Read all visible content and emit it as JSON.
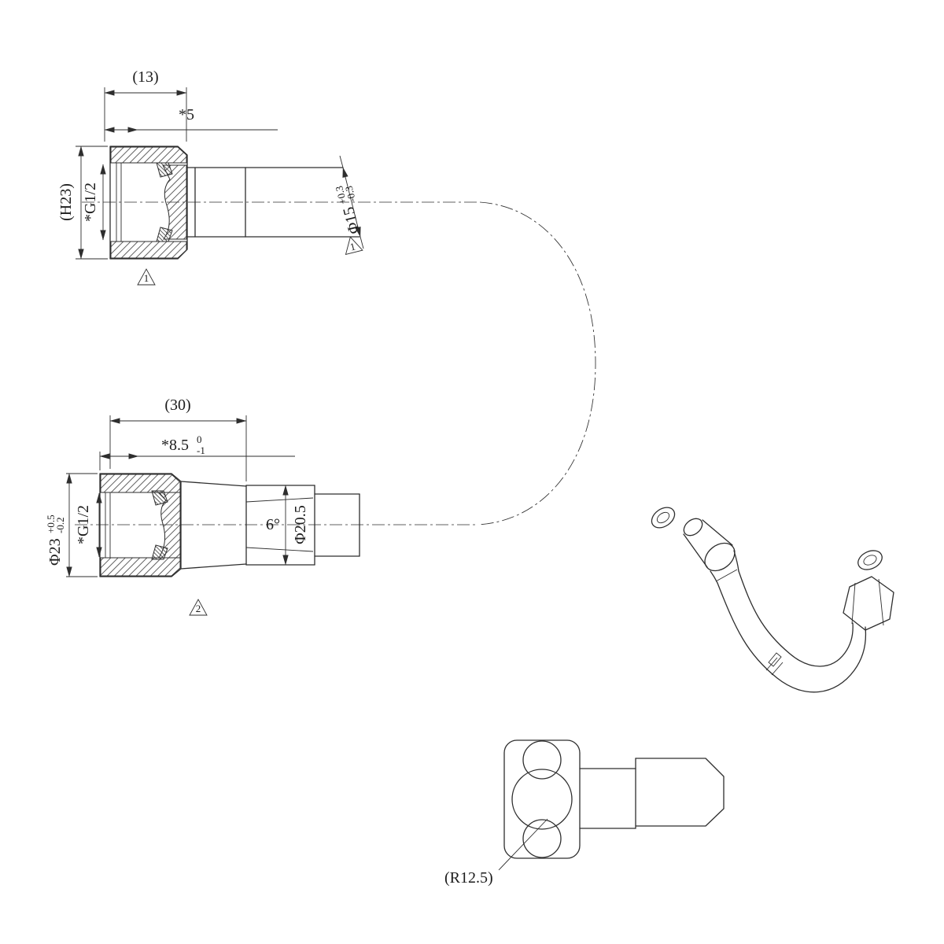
{
  "page": {
    "background": "#ffffff",
    "line_color": "#2e2e2e"
  },
  "views": {
    "top_connector": {
      "dims": {
        "width_ref": "(13)",
        "depth": "*5",
        "height_ref": "(H23)",
        "thread": "*G1/2",
        "tube_dia": "Φ15",
        "tube_dia_tol_up": "+0.3",
        "tube_dia_tol_low": "-0.3"
      },
      "flags": {
        "body_note": "1",
        "tube_note": "1"
      }
    },
    "mid_connector": {
      "dims": {
        "length_ref": "(30)",
        "depth": "*8.5",
        "depth_tol_up": "0",
        "depth_tol_low": "-1",
        "outer_dia": "Φ23",
        "outer_dia_tol_up": "+0.5",
        "outer_dia_tol_low": "-0.2",
        "thread": "*G1/2",
        "taper_angle": "6°",
        "cone_dia": "Φ20.5"
      },
      "flags": {
        "body_note": "2"
      }
    },
    "elbow": {
      "dims": {
        "radius_ref": "(R12.5)"
      }
    }
  }
}
